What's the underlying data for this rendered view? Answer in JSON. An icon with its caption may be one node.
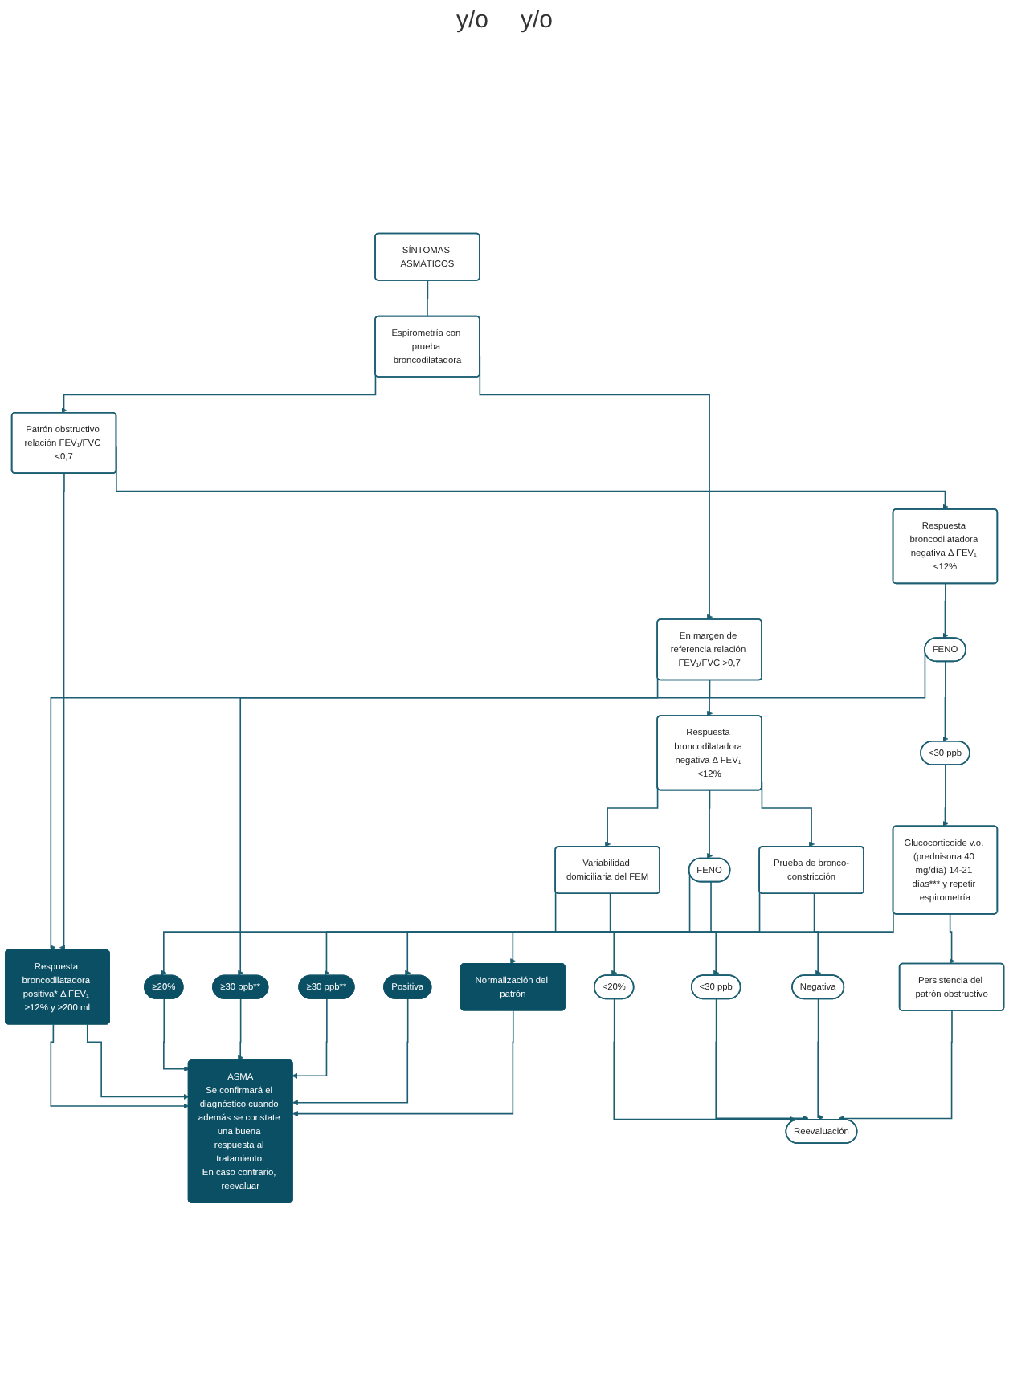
{
  "diagram": {
    "nodes": [
      {
        "text": [
          "SÍNTOMAS ASMÁTICOS"
        ]
      },
      {
        "text": [
          "Espirometría con prueba broncodilatadora"
        ]
      },
      {
        "text": [
          "En margen de referencia relación FEV₁/FVC >0,7"
        ]
      },
      {
        "text": [
          "Patrón obstructivo relación FEV₁/FVC <0,7"
        ]
      },
      {
        "text": [
          "Respuesta broncodilatadora negativa Δ FEV₁ <12%"
        ]
      },
      {
        "text": [
          "Respuesta broncodilatadora positiva* Δ FEV₁ ≥12% y ≥200 ml"
        ]
      },
      {
        "text": [
          "Respuesta broncodilatadora negativa Δ FEV₁ <12%"
        ]
      },
      {
        "text": [
          "Variabilidad domiciliaria del FEM"
        ]
      },
      {
        "text": [
          "≥20%"
        ]
      },
      {
        "text": [
          "<20%"
        ]
      },
      {
        "text": [
          "ASMA",
          "Se confirmará el diagnóstico cuando además se constate una buena respuesta al tratamiento.",
          "En caso contrario, reevaluar"
        ]
      },
      {
        "text": [
          "FENO"
        ]
      },
      {
        "text": [
          "≥30 ppb**"
        ]
      },
      {
        "text": [
          "<30 ppb"
        ]
      },
      {
        "text": [
          "Glucocorticoide v.o. (prednisona 40 mg/día) 14-21 días*** y repetir espirometría"
        ]
      },
      {
        "text": [
          "FENO"
        ]
      },
      {
        "text": [
          "≥30 ppb**"
        ]
      },
      {
        "text": [
          "<30 ppb"
        ]
      },
      {
        "text": [
          "Prueba de bronco-constricción"
        ]
      },
      {
        "text": [
          "Positiva"
        ]
      },
      {
        "text": [
          "Negativa"
        ]
      },
      {
        "text": [
          "Reevaluación"
        ]
      },
      {
        "text": [
          "Normalización del patrón"
        ]
      },
      {
        "text": [
          "Persistencia del patrón obstructivo"
        ]
      }
    ],
    "edges": [
      {
        "from": 0,
        "to": 1,
        "arrow": "none"
      },
      {
        "from": 1,
        "to": 2,
        "arrow": "to"
      },
      {
        "from": 1,
        "to": 3,
        "arrow": "to"
      },
      {
        "from": 2,
        "to": 4,
        "arrow": "to"
      },
      {
        "from": 2,
        "to": 5,
        "arrow": "to"
      },
      {
        "from": 3,
        "to": 5,
        "arrow": "to"
      },
      {
        "from": 3,
        "to": 6,
        "arrow": "to"
      },
      {
        "from": 4,
        "to": 7,
        "arrow": "to"
      },
      {
        "from": 4,
        "to": 15,
        "arrow": "to"
      },
      {
        "from": 4,
        "to": 18,
        "arrow": "to"
      },
      {
        "from": 5,
        "to": 10,
        "arrow": "to"
      },
      {
        "from": 5,
        "to": 10,
        "arrow": "to"
      },
      {
        "from": 6,
        "to": 11,
        "arrow": "to"
      },
      {
        "from": 7,
        "to": 8,
        "arrow": "to"
      },
      {
        "from": 7,
        "to": 9,
        "arrow": "to"
      },
      {
        "from": 8,
        "to": 10,
        "arrow": "to"
      },
      {
        "from": 9,
        "to": 21,
        "arrow": "to"
      },
      {
        "from": 11,
        "to": 12,
        "arrow": "to"
      },
      {
        "from": 11,
        "to": 13,
        "arrow": "to"
      },
      {
        "from": 12,
        "to": 10,
        "arrow": "to"
      },
      {
        "from": 13,
        "to": 14,
        "arrow": "to"
      },
      {
        "from": 14,
        "to": 22,
        "arrow": "to"
      },
      {
        "from": 14,
        "to": 23,
        "arrow": "to"
      },
      {
        "from": 15,
        "to": 16,
        "arrow": "to"
      },
      {
        "from": 15,
        "to": 17,
        "arrow": "to"
      },
      {
        "from": 16,
        "to": 10,
        "arrow": "to"
      },
      {
        "from": 17,
        "to": 21,
        "arrow": "to"
      },
      {
        "from": 18,
        "to": 19,
        "arrow": "to"
      },
      {
        "from": 18,
        "to": 20,
        "arrow": "to"
      },
      {
        "from": 19,
        "to": 10,
        "arrow": "to"
      },
      {
        "from": 20,
        "to": 21,
        "arrow": "to"
      },
      {
        "from": 22,
        "to": 10,
        "arrow": "to"
      },
      {
        "from": 23,
        "to": 21,
        "arrow": "to"
      }
    ],
    "labels": [
      "y/o",
      "y/o"
    ]
  }
}
